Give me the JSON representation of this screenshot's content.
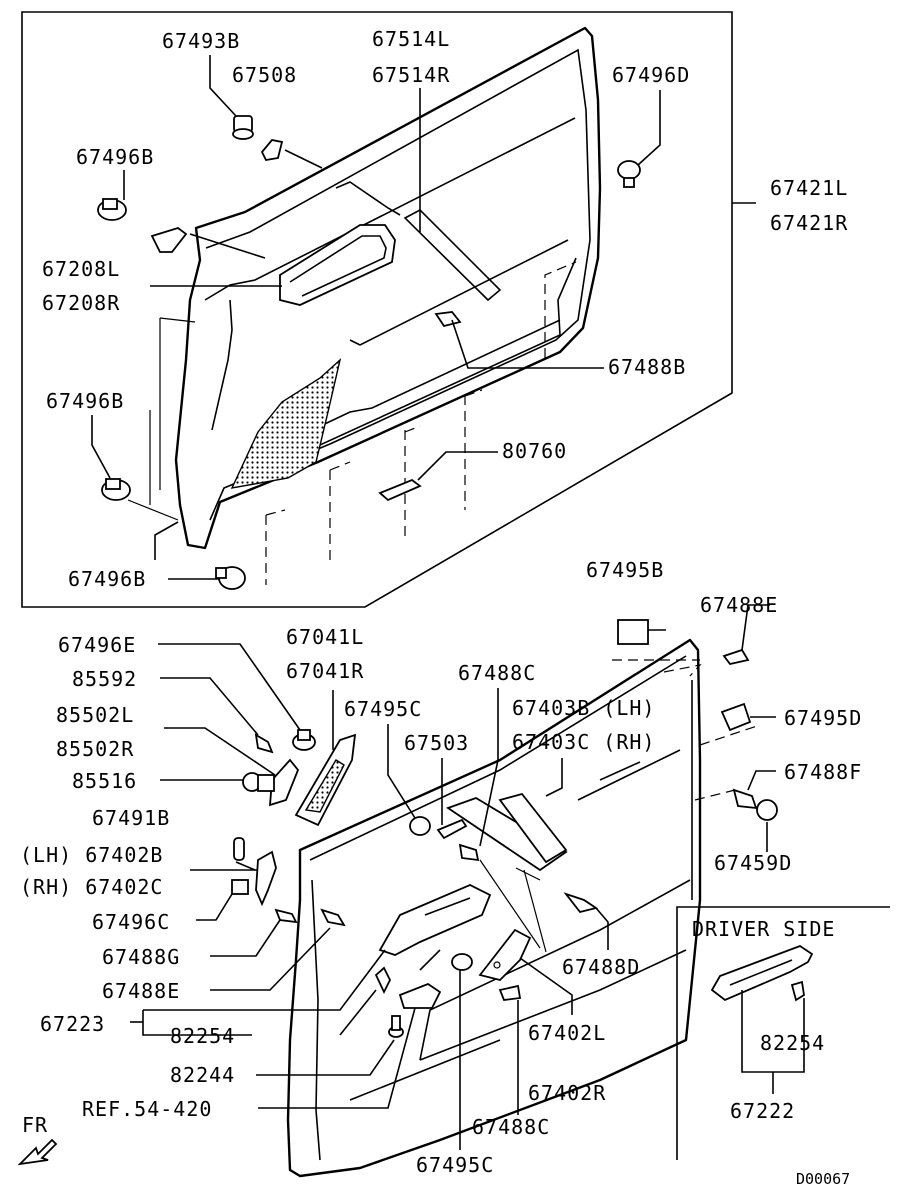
{
  "diagram": {
    "code": "D00067",
    "fr_marker": "FR",
    "inset_title": "DRIVER SIDE",
    "labels": {
      "p67493B": "67493B",
      "p67508": "67508",
      "p67514L": "67514L",
      "p67514R": "67514R",
      "p67496D": "67496D",
      "p67496B_top": "67496B",
      "p67421L": "67421L",
      "p67421R": "67421R",
      "p67208L": "67208L",
      "p67208R": "67208R",
      "p67488B": "67488B",
      "p67496B_mid": "67496B",
      "p80760": "80760",
      "p67496B_bot": "67496B",
      "p67495B": "67495B",
      "p67488E_right": "67488E",
      "p67496E": "67496E",
      "p67041L": "67041L",
      "p67041R": "67041R",
      "p67488C_top": "67488C",
      "p85592": "85592",
      "p67495C_top": "67495C",
      "p67403B": "67403B (LH)",
      "p67495D": "67495D",
      "p85502L": "85502L",
      "p67503": "67503",
      "p67403C": "67403C (RH)",
      "p85502R": "85502R",
      "p67488F": "67488F",
      "p85516": "85516",
      "p67491B": "67491B",
      "p67402B": "(LH) 67402B",
      "p67459D": "67459D",
      "p67402C": "(RH) 67402C",
      "p67496C": "67496C",
      "p67488D": "67488D",
      "p67488G": "67488G",
      "p67488E_left": "67488E",
      "p67223": "67223",
      "p82254_left": "82254",
      "p82254_right": "82254",
      "p67402L": "67402L",
      "p82244": "82244",
      "p67402R": "67402R",
      "p67222": "67222",
      "pRef": "REF.54-420",
      "p67488C_bot": "67488C",
      "p67495C_bot": "67495C"
    }
  }
}
